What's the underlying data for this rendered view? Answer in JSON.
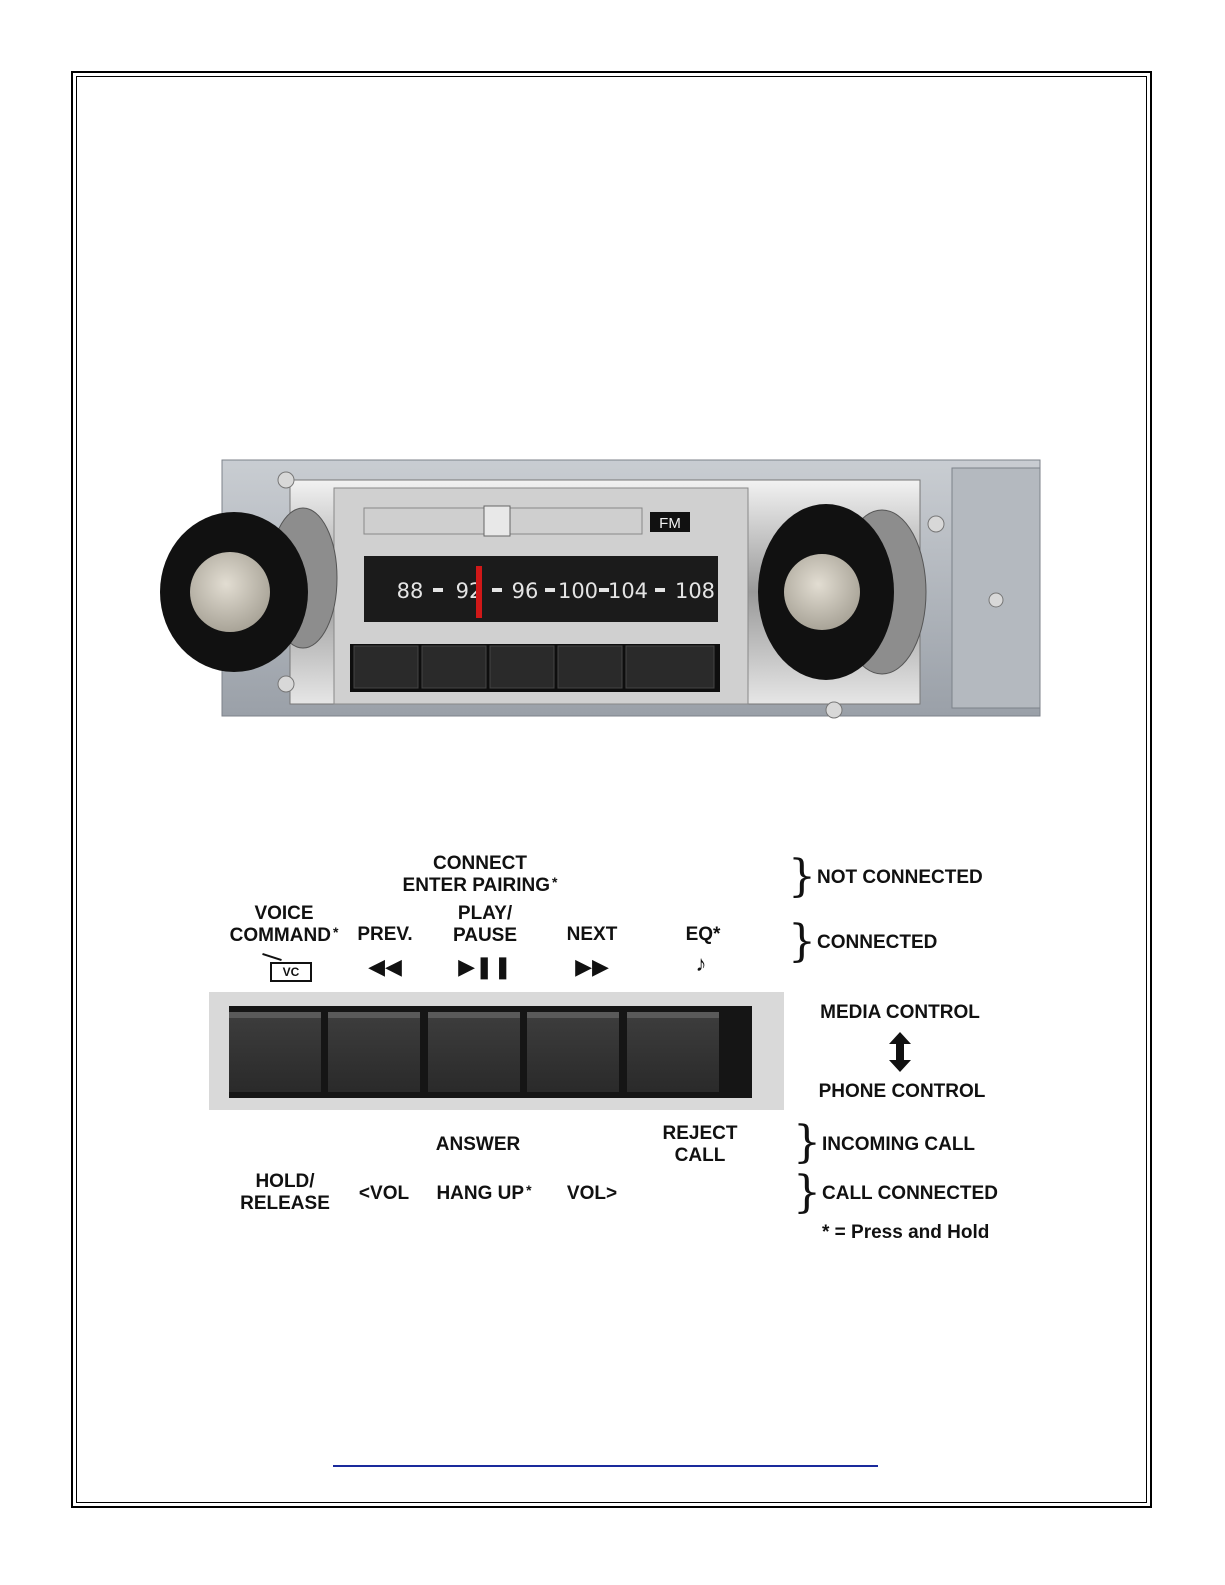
{
  "radio": {
    "band_label": "FM",
    "dial_numbers": [
      "88",
      "92",
      "96",
      "100",
      "104",
      "108"
    ]
  },
  "top_labels": {
    "connect": "CONNECT",
    "enter_pairing": "ENTER PAIRING",
    "asterisk": "*",
    "voice_1": "VOICE",
    "voice_2": "COMMAND",
    "prev": "PREV.",
    "play_1": "PLAY/",
    "play_2": "PAUSE",
    "next": "NEXT",
    "eq": "EQ*",
    "vc_icon_text": "VC"
  },
  "states": {
    "not_connected": "NOT CONNECTED",
    "connected": "CONNECTED",
    "media_control": "MEDIA CONTROL",
    "phone_control": "PHONE CONTROL",
    "incoming_call": "INCOMING CALL",
    "call_connected": "CALL CONNECTED",
    "press_hold_note": "* = Press and Hold"
  },
  "bottom_labels": {
    "answer": "ANSWER",
    "reject_1": "REJECT",
    "reject_2": "CALL",
    "hold_1": "HOLD/",
    "hold_2": "RELEASE",
    "vol_down": "<VOL",
    "hang_up": "HANG UP",
    "vol_up": "VOL>"
  },
  "icons": {
    "prev": "rewind-icon",
    "play_pause": "play-pause-icon",
    "next": "fast-forward-icon",
    "eq": "music-note-icon",
    "voice": "vc-icon",
    "updown": "up-down-arrow-icon"
  },
  "colors": {
    "dial_needle": "#d01818",
    "link_line": "#1a2a9c"
  }
}
